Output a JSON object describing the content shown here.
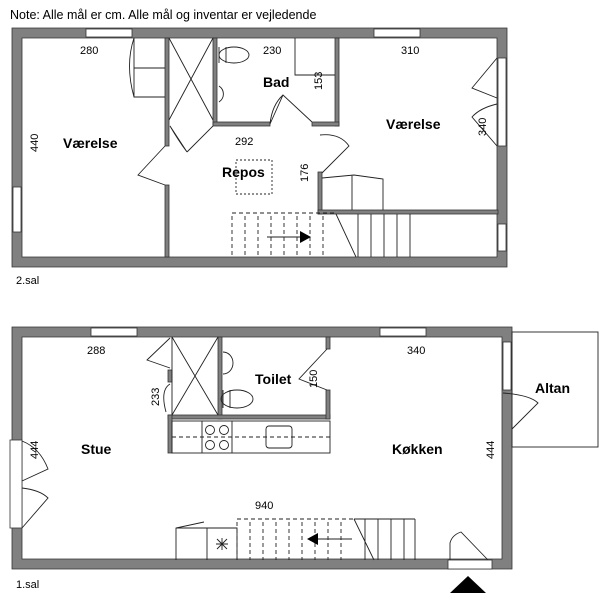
{
  "note": "Note: Alle mål er cm. Alle mål og inventar er vejledende",
  "upper_floor": {
    "label": "2.sal",
    "rooms": {
      "vaerelse_left": "Værelse",
      "bad": "Bad",
      "repos": "Repos",
      "vaerelse_right": "Værelse"
    },
    "dimensions": {
      "d280": "280",
      "d230": "230",
      "d310": "310",
      "d153": "153",
      "d292": "292",
      "d440": "440",
      "d176": "176",
      "d340": "340"
    }
  },
  "lower_floor": {
    "label": "1.sal",
    "rooms": {
      "stue": "Stue",
      "toilet": "Toilet",
      "kokken": "Køkken",
      "altan": "Altan"
    },
    "dimensions": {
      "d288": "288",
      "d340": "340",
      "d233": "233",
      "d150": "150",
      "d444_left": "444",
      "d444_right": "444",
      "d940": "940"
    }
  }
}
